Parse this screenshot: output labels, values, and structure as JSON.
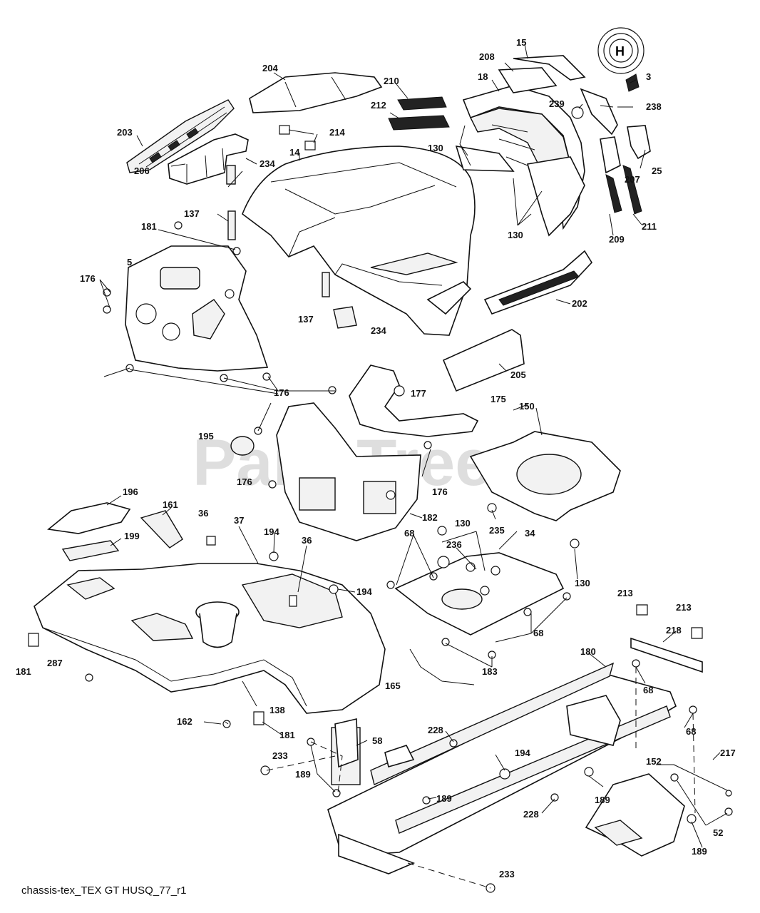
{
  "caption": "chassis-tex_TEX GT HUSQ_77_r1",
  "watermark": "PartsTree",
  "logo_letter": "H",
  "callouts": [
    {
      "id": "l3",
      "text": "3"
    },
    {
      "id": "l5",
      "text": "5"
    },
    {
      "id": "l14",
      "text": "14"
    },
    {
      "id": "l15",
      "text": "15"
    },
    {
      "id": "l18",
      "text": "18"
    },
    {
      "id": "l25",
      "text": "25"
    },
    {
      "id": "l34",
      "text": "34"
    },
    {
      "id": "l36a",
      "text": "36"
    },
    {
      "id": "l36b",
      "text": "36"
    },
    {
      "id": "l37",
      "text": "37"
    },
    {
      "id": "l52",
      "text": "52"
    },
    {
      "id": "l58",
      "text": "58"
    },
    {
      "id": "l68a",
      "text": "68"
    },
    {
      "id": "l68b",
      "text": "68"
    },
    {
      "id": "l68c",
      "text": "68"
    },
    {
      "id": "l68d",
      "text": "68"
    },
    {
      "id": "l130a",
      "text": "130"
    },
    {
      "id": "l130b",
      "text": "130"
    },
    {
      "id": "l130c",
      "text": "130"
    },
    {
      "id": "l130d",
      "text": "130"
    },
    {
      "id": "l137a",
      "text": "137"
    },
    {
      "id": "l137b",
      "text": "137"
    },
    {
      "id": "l138",
      "text": "138"
    },
    {
      "id": "l150",
      "text": "150"
    },
    {
      "id": "l152",
      "text": "152"
    },
    {
      "id": "l161",
      "text": "161"
    },
    {
      "id": "l162",
      "text": "162"
    },
    {
      "id": "l165",
      "text": "165"
    },
    {
      "id": "l175",
      "text": "175"
    },
    {
      "id": "l176a",
      "text": "176"
    },
    {
      "id": "l176b",
      "text": "176"
    },
    {
      "id": "l176c",
      "text": "176"
    },
    {
      "id": "l176d",
      "text": "176"
    },
    {
      "id": "l177",
      "text": "177"
    },
    {
      "id": "l180",
      "text": "180"
    },
    {
      "id": "l181a",
      "text": "181"
    },
    {
      "id": "l181b",
      "text": "181"
    },
    {
      "id": "l181c",
      "text": "181"
    },
    {
      "id": "l182",
      "text": "182"
    },
    {
      "id": "l183",
      "text": "183"
    },
    {
      "id": "l189a",
      "text": "189"
    },
    {
      "id": "l189b",
      "text": "189"
    },
    {
      "id": "l189c",
      "text": "189"
    },
    {
      "id": "l189d",
      "text": "189"
    },
    {
      "id": "l194a",
      "text": "194"
    },
    {
      "id": "l194b",
      "text": "194"
    },
    {
      "id": "l194c",
      "text": "194"
    },
    {
      "id": "l195",
      "text": "195"
    },
    {
      "id": "l196",
      "text": "196"
    },
    {
      "id": "l199",
      "text": "199"
    },
    {
      "id": "l202",
      "text": "202"
    },
    {
      "id": "l203",
      "text": "203"
    },
    {
      "id": "l204",
      "text": "204"
    },
    {
      "id": "l205",
      "text": "205"
    },
    {
      "id": "l206",
      "text": "206"
    },
    {
      "id": "l207",
      "text": "207"
    },
    {
      "id": "l208",
      "text": "208"
    },
    {
      "id": "l209",
      "text": "209"
    },
    {
      "id": "l210",
      "text": "210"
    },
    {
      "id": "l211",
      "text": "211"
    },
    {
      "id": "l212",
      "text": "212"
    },
    {
      "id": "l213a",
      "text": "213"
    },
    {
      "id": "l213b",
      "text": "213"
    },
    {
      "id": "l214",
      "text": "214"
    },
    {
      "id": "l217",
      "text": "217"
    },
    {
      "id": "l218",
      "text": "218"
    },
    {
      "id": "l228a",
      "text": "228"
    },
    {
      "id": "l228b",
      "text": "228"
    },
    {
      "id": "l233a",
      "text": "233"
    },
    {
      "id": "l233b",
      "text": "233"
    },
    {
      "id": "l234a",
      "text": "234"
    },
    {
      "id": "l234b",
      "text": "234"
    },
    {
      "id": "l235",
      "text": "235"
    },
    {
      "id": "l236",
      "text": "236"
    },
    {
      "id": "l238",
      "text": "238"
    },
    {
      "id": "l239",
      "text": "239"
    },
    {
      "id": "l287",
      "text": "287"
    }
  ]
}
